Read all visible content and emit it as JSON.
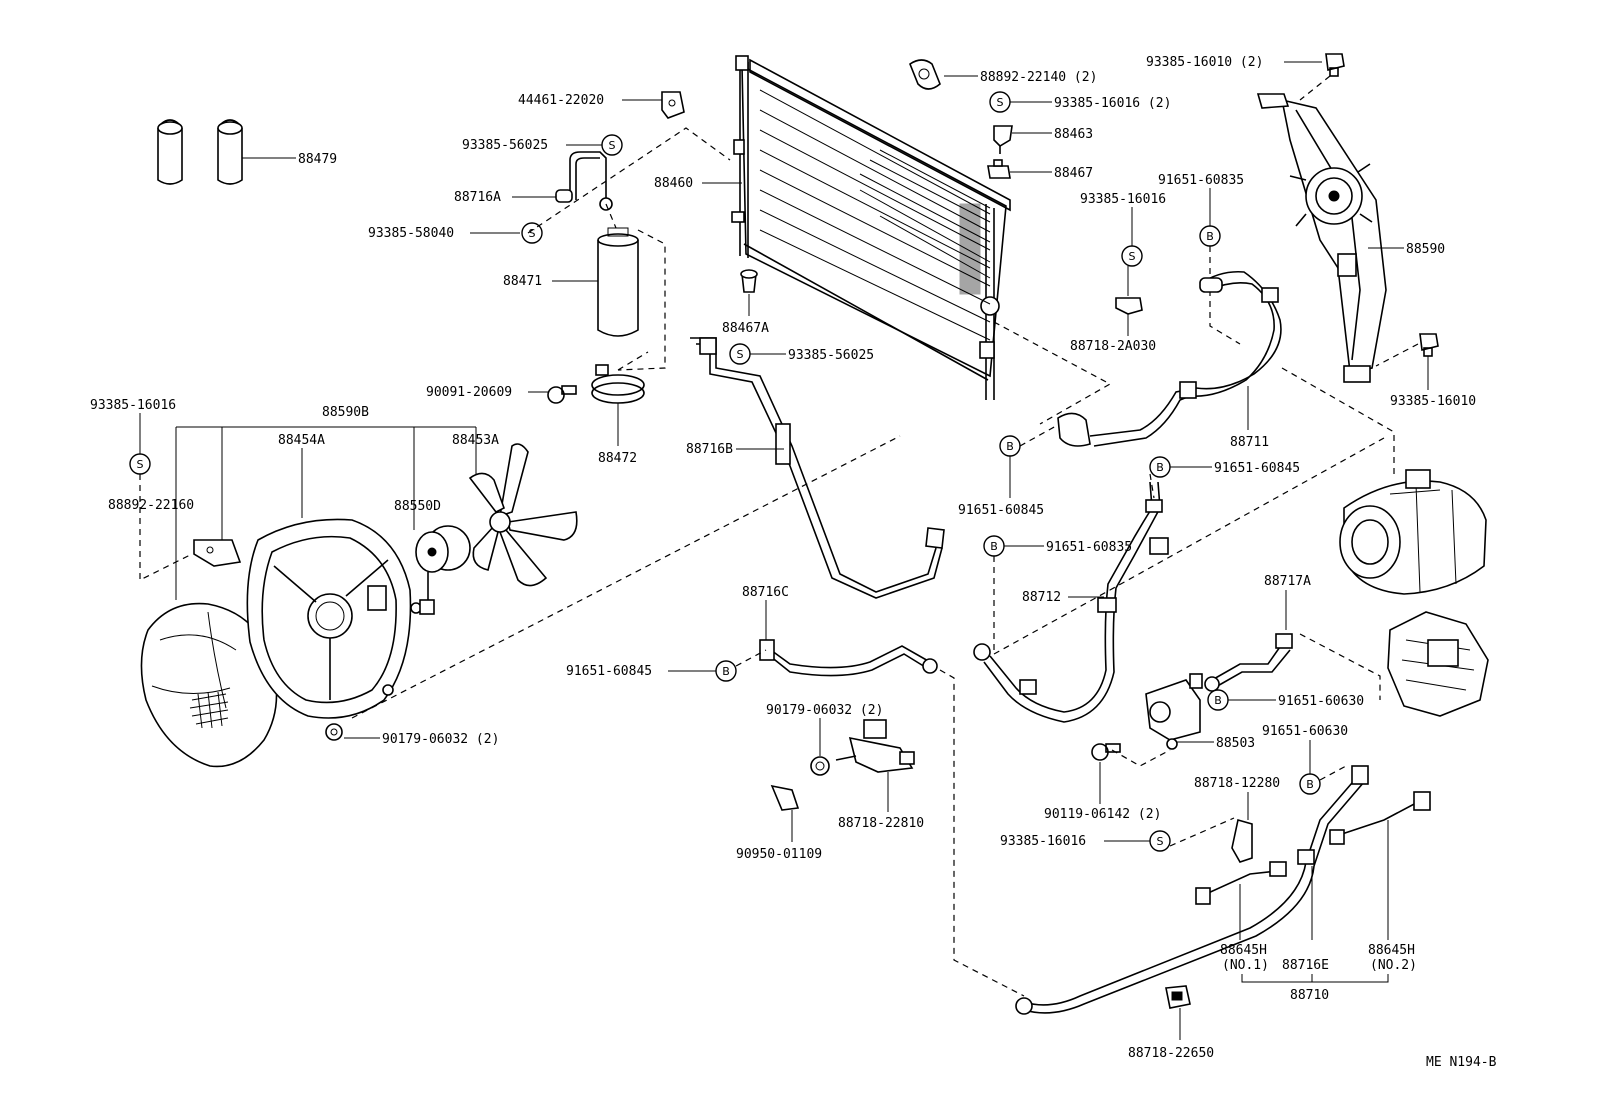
{
  "code": "ME N194-B",
  "labels": {
    "p88479": "88479",
    "p44461": "44461-22020",
    "p93385_56025a": "93385-56025",
    "p88716A": "88716A",
    "p93385_58040": "93385-58040",
    "p88471": "88471",
    "p90091": "90091-20609",
    "p88472": "88472",
    "p93385_16016a": "93385-16016",
    "p88590B": "88590B",
    "p88454A": "88454A",
    "p88453A": "88453A",
    "p88550D": "88550D",
    "p88892_22160": "88892-22160",
    "p90179_a": "90179-06032 (2)",
    "p88460": "88460",
    "p88467A": "88467A",
    "p93385_56025b": "93385-56025",
    "p88716B": "88716B",
    "p88892_22140": "88892-22140 (2)",
    "p93385_16016b": "93385-16016 (2)",
    "p88463": "88463",
    "p88467": "88467",
    "p93385_16016c": "93385-16016",
    "p88718_2A030": "88718-2A030",
    "p93385_16010a": "93385-16010 (2)",
    "p91651_60835a": "91651-60835",
    "p88590": "88590",
    "p93385_16010b": "93385-16010",
    "p88711": "88711",
    "p91651_60845a": "91651-60845",
    "p91651_60845b": "91651-60845",
    "p91651_60835b": "91651-60835",
    "p88712": "88712",
    "p88716C": "88716C",
    "p91651_60845c": "91651-60845",
    "p90179_b": "90179-06032 (2)",
    "p88718_22810": "88718-22810",
    "p90950": "90950-01109",
    "p88717A": "88717A",
    "p91651_60630a": "91651-60630",
    "p91651_60630b": "91651-60630",
    "p88503": "88503",
    "p90119": "90119-06142 (2)",
    "p88718_12280": "88718-12280",
    "p93385_16016d": "93385-16016",
    "p88645H_1": "88645H",
    "p88645H_1b": "(NO.1)",
    "p88716E": "88716E",
    "p88645H_2": "88645H",
    "p88645H_2b": "(NO.2)",
    "p88710": "88710",
    "p88718_22650": "88718-22650"
  },
  "symbols": {
    "s": "S",
    "b": "B"
  }
}
